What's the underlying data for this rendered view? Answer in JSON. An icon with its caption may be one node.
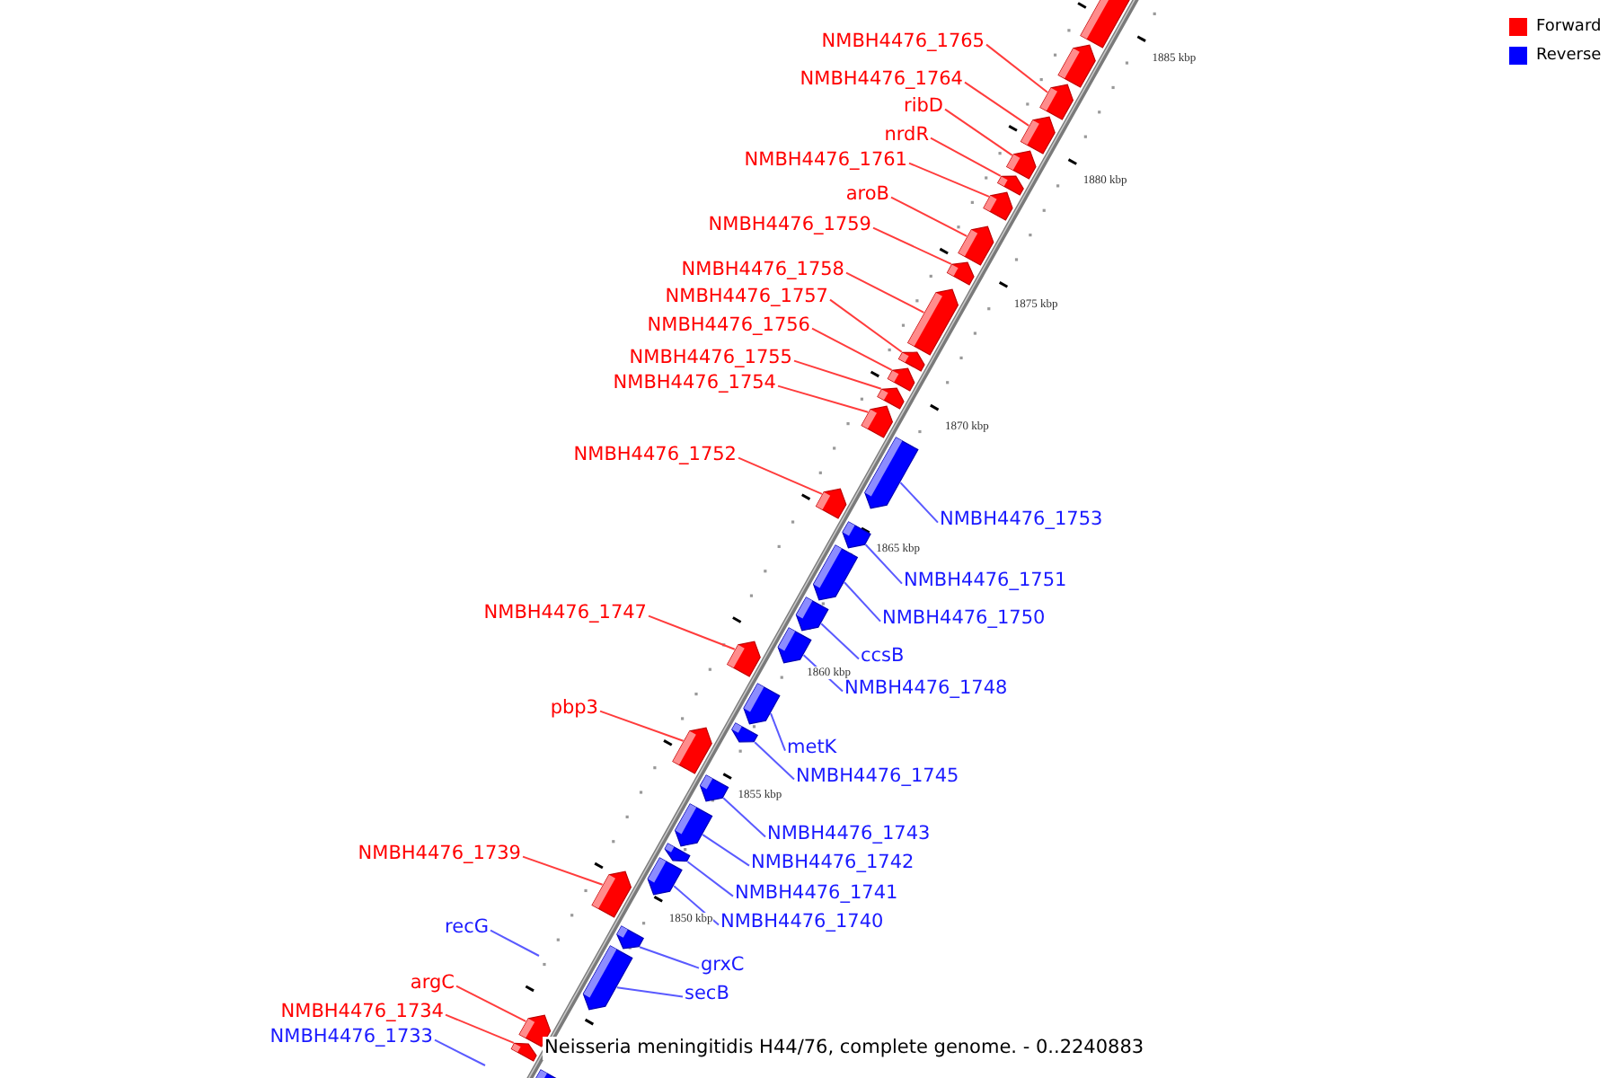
{
  "diagram": {
    "caption": "Neisseria meningitidis H44/76, complete genome. - 0..2240883",
    "nodes": [
      {
        "text": [],
        "shape": "box"
      },
      {
        "text": [],
        "shape": "box"
      },
      {
        "text": [
          "NMBH4476_1765"
        ]
      },
      {
        "text": [],
        "shape": "box"
      },
      {
        "text": [
          "NMBH4476_1764"
        ]
      },
      {
        "text": [],
        "shape": "box"
      },
      {
        "text": [
          "ribD"
        ]
      },
      {
        "text": [],
        "shape": "box"
      },
      {
        "text": [
          "nrdR"
        ]
      },
      {
        "text": [],
        "shape": "box"
      },
      {
        "text": [
          "NMBH4476_1761"
        ]
      },
      {
        "text": [],
        "shape": "box"
      },
      {
        "text": [
          "aroB"
        ]
      },
      {
        "text": [],
        "shape": "box"
      },
      {
        "text": [
          "NMBH4476_1759"
        ]
      },
      {
        "text": [],
        "shape": "box"
      },
      {
        "text": [
          "NMBH4476_1758"
        ]
      },
      {
        "text": [],
        "shape": "box"
      },
      {
        "text": [
          "NMBH4476_1757"
        ]
      },
      {
        "text": [],
        "shape": "box"
      },
      {
        "text": [
          "NMBH4476_1756"
        ]
      },
      {
        "text": [],
        "shape": "box"
      },
      {
        "text": [
          "NMBH4476_1755"
        ]
      },
      {
        "text": [],
        "shape": "box"
      },
      {
        "text": [
          "NMBH4476_1754"
        ]
      },
      {
        "text": [],
        "shape": "box"
      },
      {
        "text": [
          "NMBH4476_1752"
        ]
      },
      {
        "text": [],
        "shape": "box"
      },
      {
        "text": [
          "NMBH4476_1753"
        ]
      },
      {
        "text": [],
        "shape": "box"
      },
      {
        "text": [
          "NMBH4476_1751"
        ]
      },
      {
        "text": [],
        "shape": "box"
      },
      {
        "text": [
          "NMBH4476_1747"
        ]
      },
      {
        "text": [],
        "shape": "box"
      },
      {
        "text": [
          "NMBH4476_1750"
        ]
      },
      {
        "text": [],
        "shape": "box"
      },
      {
        "text": [
          "ccsB"
        ]
      },
      {
        "text": [],
        "shape": "box"
      },
      {
        "text": [
          "NMBH4476_1748"
        ]
      },
      {
        "text": [],
        "shape": "box"
      },
      {
        "text": [
          "pbp3"
        ]
      },
      {
        "text": [],
        "shape": "box"
      },
      {
        "text": [
          "metK"
        ]
      },
      {
        "text": [],
        "shape": "box"
      },
      {
        "text": [
          "NMBH4476_1745"
        ]
      },
      {
        "text": [],
        "shape": "box"
      },
      {
        "text": [
          "NMBH4476_1743"
        ]
      },
      {
        "text": [],
        "shape": "box"
      },
      {
        "text": [
          "NMBH4476_1739"
        ]
      },
      {
        "text": [],
        "shape": "box"
      },
      {
        "text": [
          "NMBH4476_1742"
        ]
      },
      {
        "text": [],
        "shape": "box"
      },
      {
        "text": [
          "NMBH4476_1741"
        ]
      },
      {
        "text": [],
        "shape": "box"
      },
      {
        "text": [
          "NMBH4476_1740"
        ]
      },
      {
        "text": [],
        "shape": "box"
      },
      {
        "text": [
          "recG"
        ]
      },
      {
        "text": [
          "grxC"
        ]
      },
      {
        "text": [],
        "shape": "box"
      },
      {
        "text": [
          "argC"
        ]
      },
      {
        "text": [],
        "shape": "box"
      },
      {
        "text": [
          "secB"
        ]
      },
      {
        "text": [],
        "shape": "box"
      },
      {
        "text": [
          "NMBH4476_1734"
        ]
      },
      {
        "text": [],
        "shape": "box"
      },
      {
        "text": [
          "NMBH4476_1733"
        ]
      },
      {
        "text": [],
        "shape": "box"
      }
    ],
    "edges": [
      {
        "from": 2,
        "to": 3,
        "arrow": "none"
      },
      {
        "from": 4,
        "to": 5,
        "arrow": "none"
      },
      {
        "from": 6,
        "to": 7,
        "arrow": "none"
      },
      {
        "from": 8,
        "to": 9,
        "arrow": "none"
      },
      {
        "from": 10,
        "to": 11,
        "arrow": "none"
      },
      {
        "from": 12,
        "to": 13,
        "arrow": "none"
      },
      {
        "from": 14,
        "to": 15,
        "arrow": "none"
      },
      {
        "from": 16,
        "to": 17,
        "arrow": "none"
      },
      {
        "from": 18,
        "to": 19,
        "arrow": "none"
      },
      {
        "from": 20,
        "to": 21,
        "arrow": "none"
      },
      {
        "from": 22,
        "to": 23,
        "arrow": "none"
      },
      {
        "from": 24,
        "to": 25,
        "arrow": "none"
      },
      {
        "from": 26,
        "to": 27,
        "arrow": "none"
      },
      {
        "from": 28,
        "to": 29,
        "arrow": "none",
        "color": "#5a5aff"
      },
      {
        "from": 30,
        "to": 31,
        "arrow": "none",
        "color": "#5a5aff"
      },
      {
        "from": 32,
        "to": 33,
        "arrow": "none"
      },
      {
        "from": 34,
        "to": 35,
        "arrow": "none",
        "color": "#5a5aff"
      },
      {
        "from": 36,
        "to": 37,
        "arrow": "none",
        "color": "#5a5aff"
      },
      {
        "from": 38,
        "to": 39,
        "arrow": "none",
        "color": "#5a5aff"
      },
      {
        "from": 40,
        "to": 41,
        "arrow": "none"
      },
      {
        "from": 42,
        "to": 43,
        "arrow": "none",
        "color": "#5a5aff"
      },
      {
        "from": 44,
        "to": 45,
        "arrow": "none",
        "color": "#5a5aff"
      },
      {
        "from": 46,
        "to": 47,
        "arrow": "none",
        "color": "#5a5aff"
      },
      {
        "from": 48,
        "to": 49,
        "arrow": "none"
      },
      {
        "from": 50,
        "to": 51,
        "arrow": "none",
        "color": "#5a5aff"
      },
      {
        "from": 52,
        "to": 53,
        "arrow": "none",
        "color": "#5a5aff"
      },
      {
        "from": 54,
        "to": 55,
        "arrow": "none",
        "color": "#5a5aff"
      },
      {
        "from": 56,
        "to": null,
        "arrow": "none",
        "color": "#5a5aff"
      },
      {
        "from": 57,
        "to": 58,
        "arrow": "none",
        "color": "#5a5aff"
      },
      {
        "from": 59,
        "to": 60,
        "arrow": "none"
      },
      {
        "from": 61,
        "to": 62,
        "arrow": "none",
        "color": "#5a5aff"
      },
      {
        "from": 63,
        "to": 64,
        "arrow": "none"
      },
      {
        "from": 65,
        "to": null,
        "arrow": "none",
        "color": "#5a5aff"
      }
    ],
    "labels": [
      "1885 kbp",
      "1880 kbp",
      "1875 kbp",
      "1870 kbp",
      "1865 kbp",
      "1860 kbp",
      "1855 kbp",
      "1850 kbp"
    ],
    "legend": [
      {
        "text": "Forward",
        "color": "#ff0000"
      },
      {
        "text": "Reverse",
        "color": "#0000ff"
      }
    ]
  }
}
